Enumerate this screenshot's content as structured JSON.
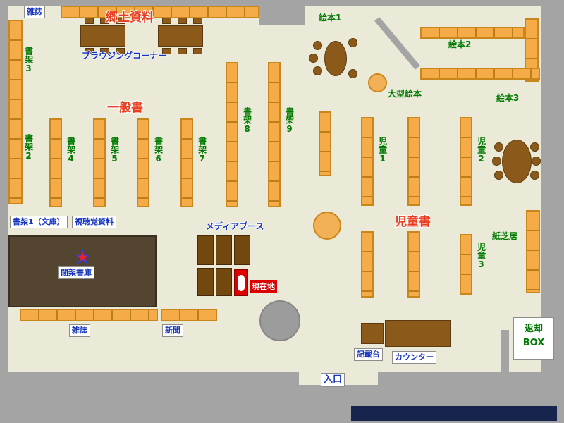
{
  "sections": {
    "local_materials": "郷土資料",
    "general_books": "一般書",
    "children_books": "児童書"
  },
  "shelves": {
    "shelf1_bunko": "書架1（文庫）",
    "shelf2": "書架2",
    "shelf3": "書架3",
    "shelf4": "書架4",
    "shelf5": "書架5",
    "shelf6": "書架6",
    "shelf7": "書架7",
    "shelf8": "書架8",
    "shelf9": "書架9"
  },
  "picture_books": {
    "ehon1": "絵本1",
    "ehon2": "絵本2",
    "ehon3": "絵本3",
    "large_ehon": "大型絵本",
    "kamishibai": "紙芝居"
  },
  "children": {
    "jido1": "児童1",
    "jido2": "児童2",
    "jido3": "児童3"
  },
  "facilities": {
    "magazines_top": "雑誌",
    "browsing_corner": "ブラウジングコーナー",
    "av_materials": "視聴覚資料",
    "closed_stacks": "閉架書庫",
    "media_booth": "メディアブース",
    "current_location": "現在地",
    "magazines_bottom": "雑誌",
    "newspapers": "新聞",
    "sorting_desk": "記載台",
    "counter": "カウンター",
    "entrance": "入口",
    "return_box_line1": "返却",
    "return_box_line2": "BOX"
  },
  "icons": {
    "star": "★"
  },
  "colors": {
    "floor": "#ebead8",
    "wall": "#a4a4a4",
    "shelf_orange": "#f5ab47",
    "shelf_border": "#bd7d18",
    "table_brown": "#8b5a1b",
    "closed_stacks_brown": "#544531",
    "section_label_red": "#e83c1e",
    "shelf_label_green": "#007a00",
    "facility_label_blue": "#1535c0",
    "current_location_red": "#dd0000",
    "footer_navy": "#17254e"
  }
}
